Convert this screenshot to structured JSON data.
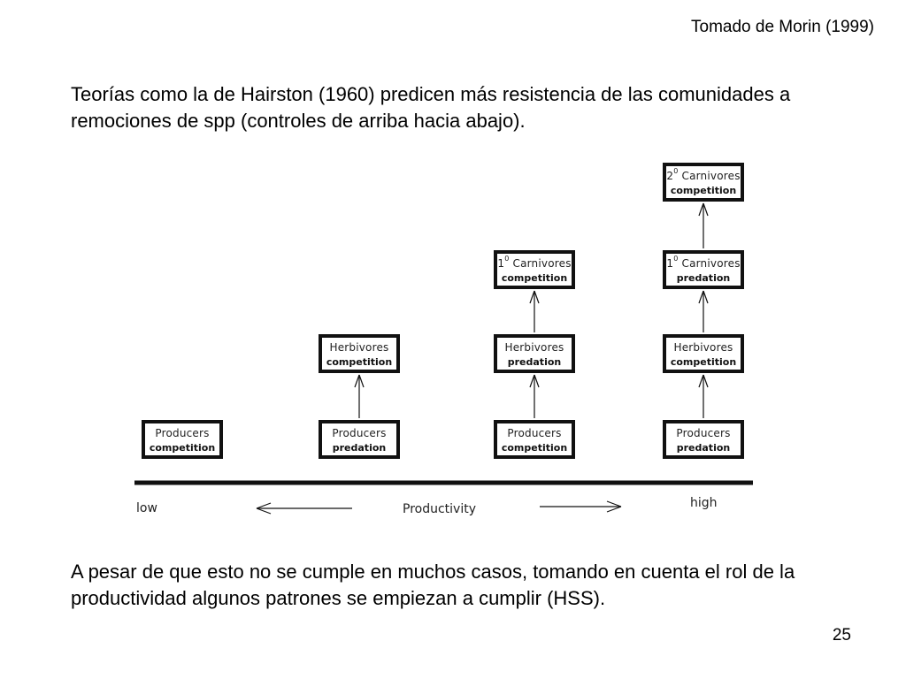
{
  "header": {
    "citation": "Tomado de Morin (1999)"
  },
  "intro": "Teorías como la de Hairston (1960) predicen más resistencia de las comunidades a remociones de spp (controles de arriba hacia abajo).",
  "conclusion": "A pesar de que esto no se cumple en muchos casos, tomando en cuenta el rol de la productividad algunos patrones se empiezan a cumplir (HSS).",
  "slide_number": "25",
  "diagram": {
    "columns": [
      {
        "levels": [
          {
            "name": "Producers",
            "control": "competition"
          }
        ]
      },
      {
        "levels": [
          {
            "name": "Producers",
            "control": "predation"
          },
          {
            "name": "Herbivores",
            "control": "competition"
          }
        ]
      },
      {
        "levels": [
          {
            "name": "Producers",
            "control": "competition"
          },
          {
            "name": "Herbivores",
            "control": "predation"
          },
          {
            "prefix": "1",
            "sup": "0",
            "name": "Carnivores",
            "control": "competition"
          }
        ]
      },
      {
        "levels": [
          {
            "name": "Producers",
            "control": "predation"
          },
          {
            "name": "Herbivores",
            "control": "competition"
          },
          {
            "prefix": "1",
            "sup": "0",
            "name": "Carnivores",
            "control": "predation"
          },
          {
            "prefix": "2",
            "sup": "0",
            "name": "Carnivores",
            "control": "competition"
          }
        ]
      }
    ],
    "axis": {
      "low": "low",
      "label": "Productivity",
      "high": "high"
    }
  }
}
